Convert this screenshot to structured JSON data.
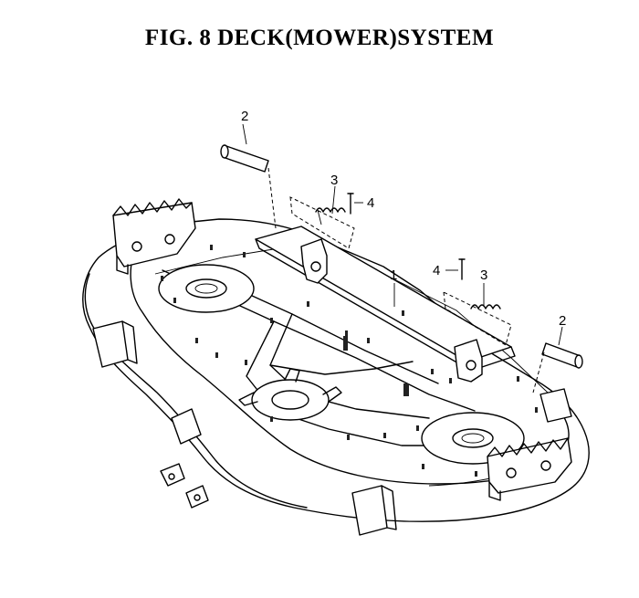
{
  "figure": {
    "title": "FIG. 8  DECK(MOWER)SYSTEM"
  },
  "callouts": [
    {
      "id": "callout-2-left",
      "text": "2"
    },
    {
      "id": "callout-3-left",
      "text": "3"
    },
    {
      "id": "callout-4-left",
      "text": "4"
    },
    {
      "id": "callout-1",
      "text": "1"
    },
    {
      "id": "callout-4-right",
      "text": "4"
    },
    {
      "id": "callout-3-right",
      "text": "3"
    },
    {
      "id": "callout-2-right",
      "text": "2"
    }
  ]
}
